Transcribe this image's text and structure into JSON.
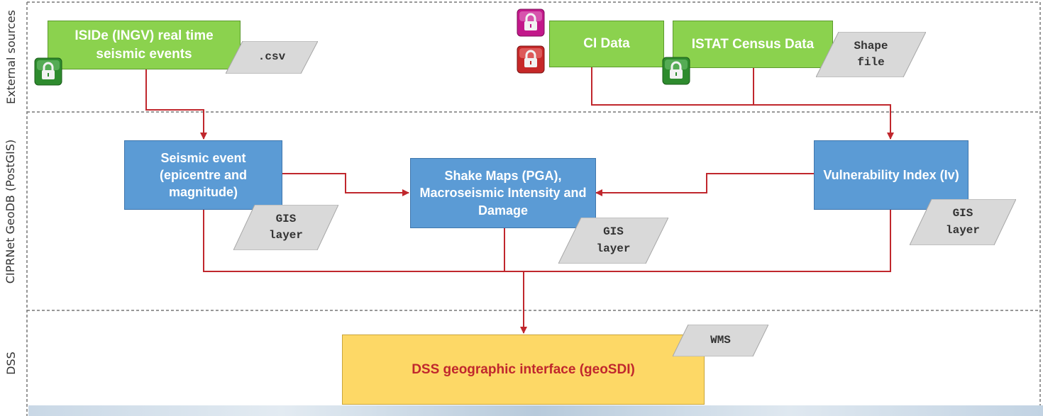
{
  "lanes": {
    "external": "External sources",
    "geodb": "CIPRNet GeoDB (PostGIS)",
    "dss": "DSS"
  },
  "boxes": {
    "iside": "ISIDe (INGV) real time seismic events",
    "ci_data": "CI Data",
    "istat": "ISTAT Census Data",
    "seismic_event": "Seismic event (epicentre and magnitude)",
    "shake_maps": "Shake Maps (PGA), Macroseismic Intensity and Damage",
    "vulnerability": "Vulnerability Index (Iv)",
    "dss_interface": "DSS geographic interface (geoSDI)"
  },
  "tags": {
    "csv": ".csv",
    "shape_line1": "Shape",
    "shape_line2": "file",
    "gis_line1": "GIS",
    "gis_line2": "layer",
    "wms": "WMS"
  },
  "colors": {
    "green_box": "#8bd24e",
    "blue_box": "#5b9bd5",
    "yellow_box": "#fdd866",
    "dss_text": "#c0272d",
    "arrow": "#c0272d",
    "tag_fill": "#d9d9d9",
    "lock_green": "#2e8b2e",
    "lock_pink": "#c2188a",
    "lock_red": "#c62828"
  },
  "icons": [
    "padlock-icon"
  ]
}
